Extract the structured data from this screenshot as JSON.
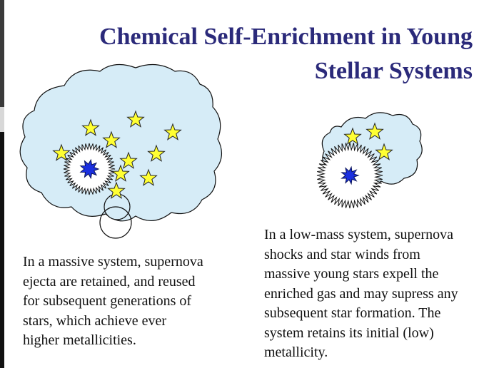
{
  "slide": {
    "title_line1": "Chemical Self-Enrichment in Young",
    "title_line2": "Stellar Systems"
  },
  "diagram": {
    "massive_system": {
      "cloud_color": "#d6ecf7",
      "star_color": "#ffff33",
      "supernova_color": "#1a2fe0",
      "star_count": 10
    },
    "low_mass_system": {
      "cloud_color": "#d6ecf7",
      "star_color": "#ffff33",
      "supernova_color": "#1a2fe0",
      "star_count": 3
    }
  },
  "captions": {
    "massive": "In a massive system, supernova\nejecta are retained, and reused\nfor subsequent generations of\nstars, which achieve ever\nhigher metallicities.",
    "low_mass": "In a low-mass system, supernova\nshocks and star winds from\nmassive young stars expell the\nenriched gas and may supress any\nsubsequent star formation.  The\nsystem retains its initial (low)\nmetallicity."
  }
}
